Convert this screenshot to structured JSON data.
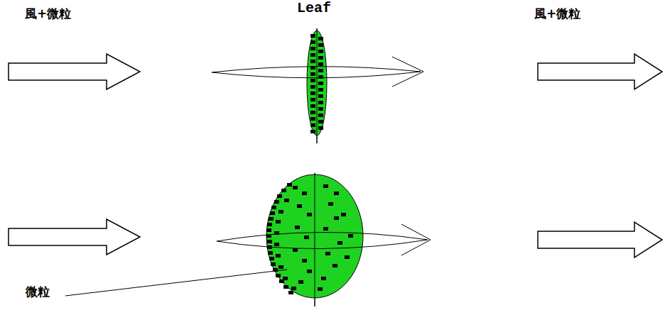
{
  "diagram": {
    "labels": [
      "風+微粒",
      "Leaf",
      "風+微粒",
      "微粒"
    ]
  }
}
